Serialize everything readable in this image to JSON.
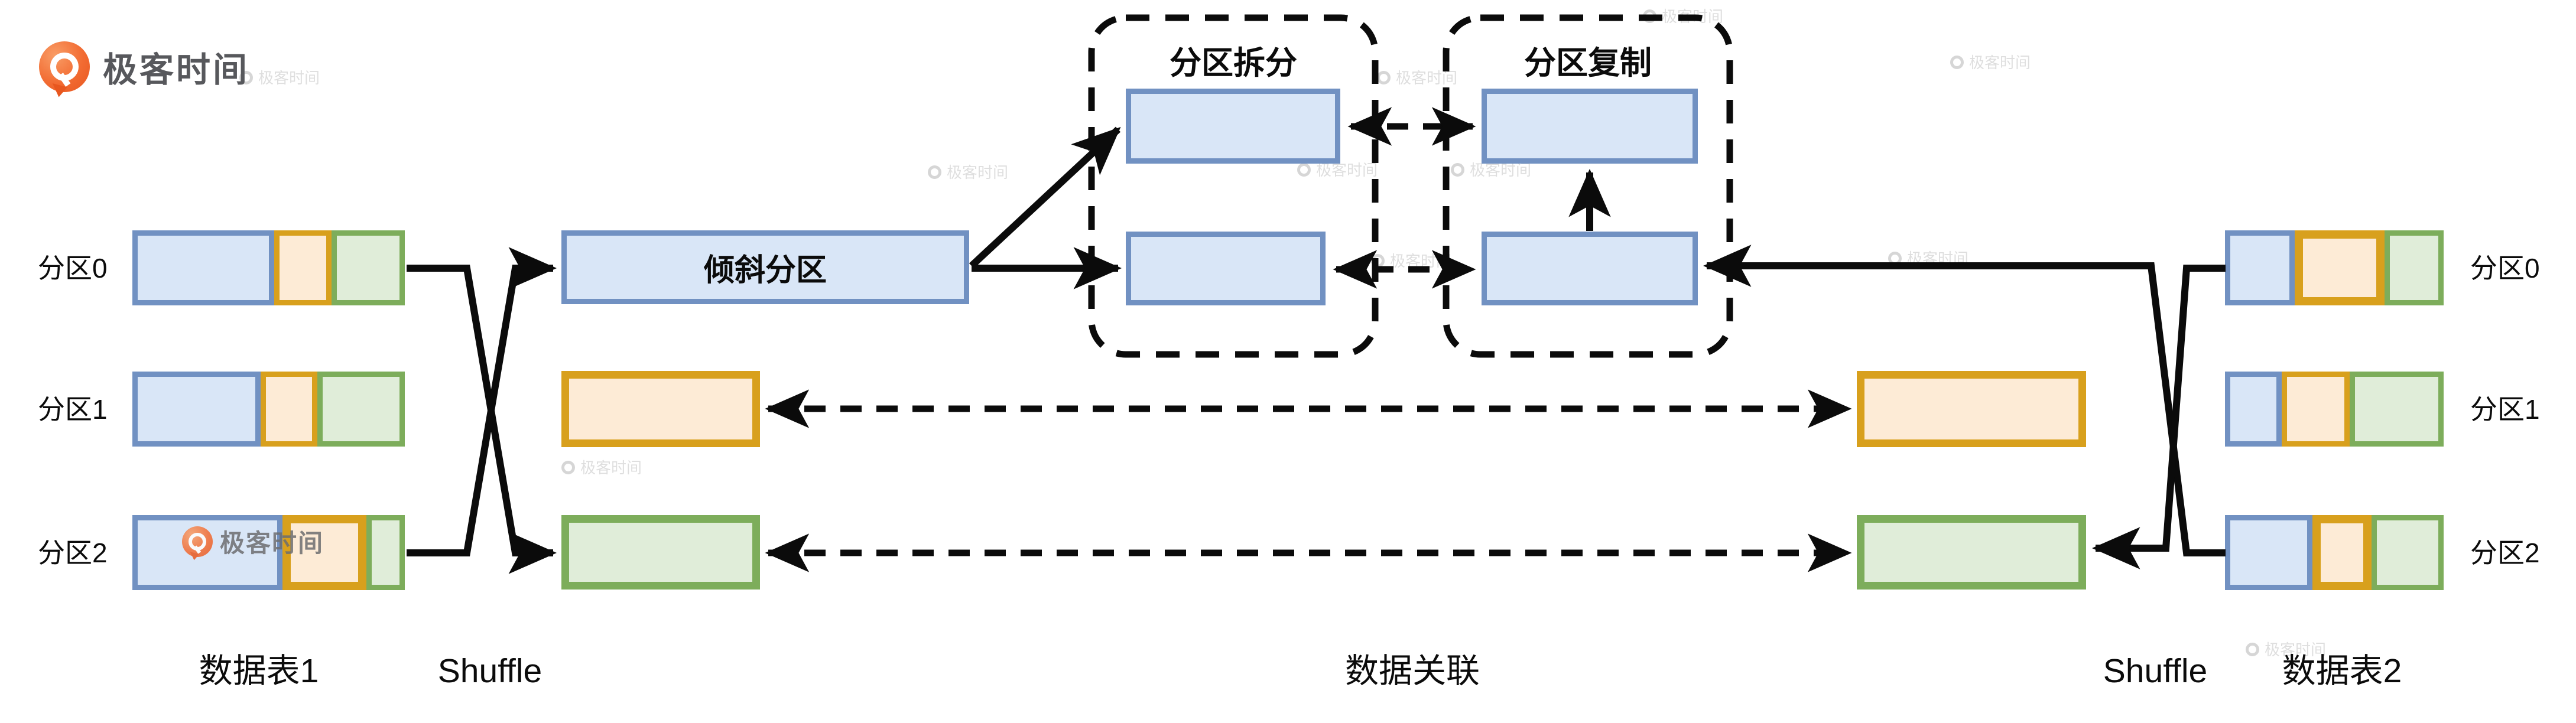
{
  "logo": {
    "icon": "geektime-pin-icon",
    "brand": "极客时间"
  },
  "watermark_text": "极客时间",
  "left_table": {
    "caption": "数据表1",
    "shuffle_label": "Shuffle",
    "partitions": [
      {
        "label": "分区0"
      },
      {
        "label": "分区1"
      },
      {
        "label": "分区2"
      }
    ]
  },
  "right_table": {
    "caption": "数据表2",
    "shuffle_label": "Shuffle",
    "partitions": [
      {
        "label": "分区0"
      },
      {
        "label": "分区1"
      },
      {
        "label": "分区2"
      }
    ]
  },
  "center": {
    "join_label": "数据关联",
    "skewed_partition_label": "倾斜分区",
    "split_group_label": "分区拆分",
    "copy_group_label": "分区复制"
  },
  "colors": {
    "blue_fill": "#d9e6f7",
    "blue_border": "#7191c2",
    "orange_fill": "#fdebd6",
    "orange_border": "#d8a01d",
    "green_fill": "#e0edd9",
    "green_border": "#7dad5b",
    "arrow": "#0b0b0b",
    "brand_orange": "#f2622f"
  }
}
